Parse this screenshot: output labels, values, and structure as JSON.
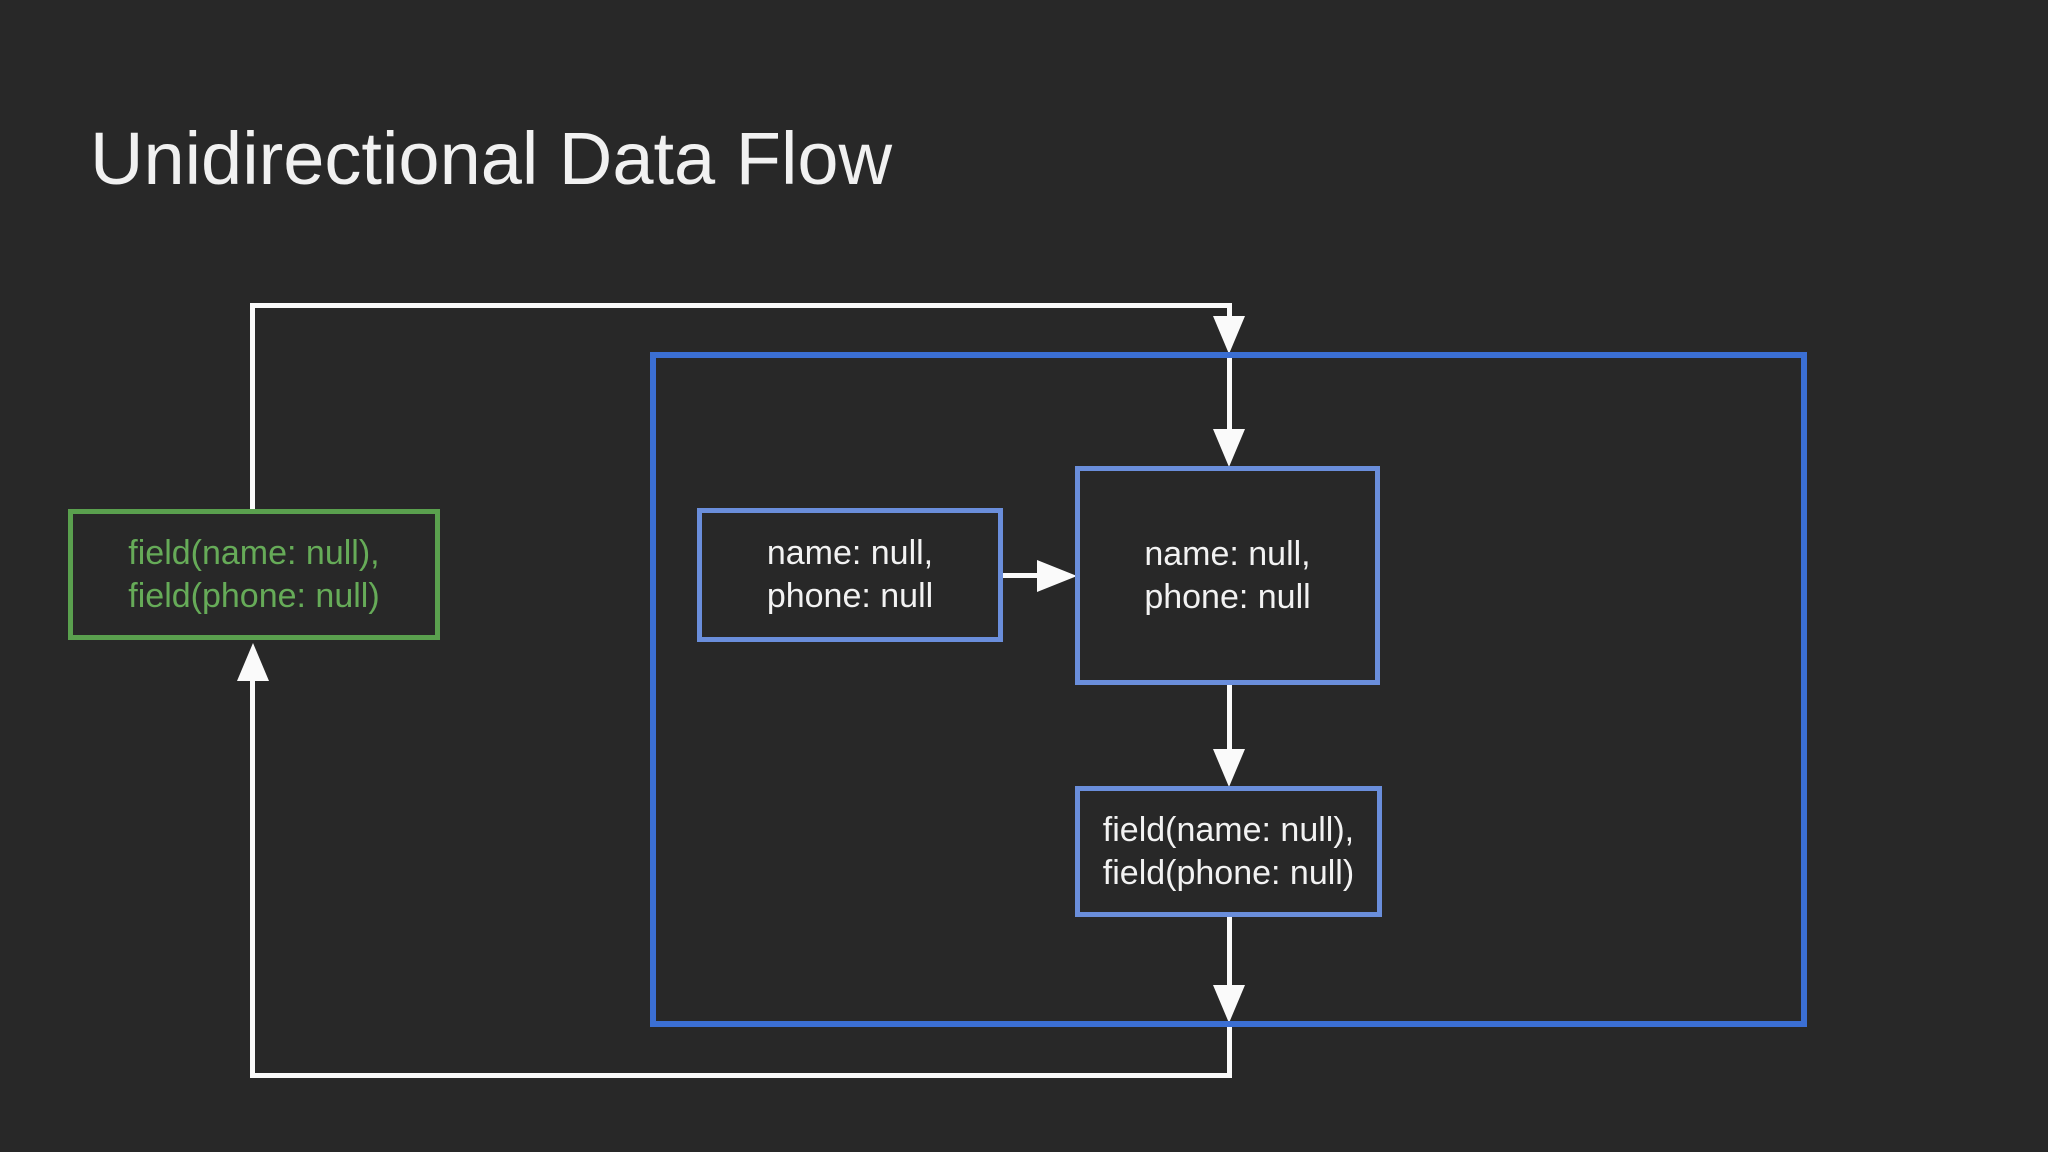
{
  "slide": {
    "title": "Unidirectional Data Flow"
  },
  "colors": {
    "background": "#282828",
    "flow_line_white": "#fafafa",
    "container_border_blue": "#3b6fd3",
    "inner_box_border_blue": "#6a8edb",
    "green_box_border": "#5aa04e",
    "green_box_text": "#66ab58",
    "white_text": "#f2f2f2",
    "title_text": "#f1f1f1"
  },
  "boxes": {
    "green_state": {
      "line1": "field(name: null),",
      "line2": "field(phone: null)"
    },
    "left_input": {
      "line1": "name: null,",
      "line2": "phone: null"
    },
    "middle_state": {
      "line1": "name: null,",
      "line2": "phone: null"
    },
    "bottom_fields": {
      "line1": "field(name: null),",
      "line2": "field(phone: null)"
    }
  }
}
